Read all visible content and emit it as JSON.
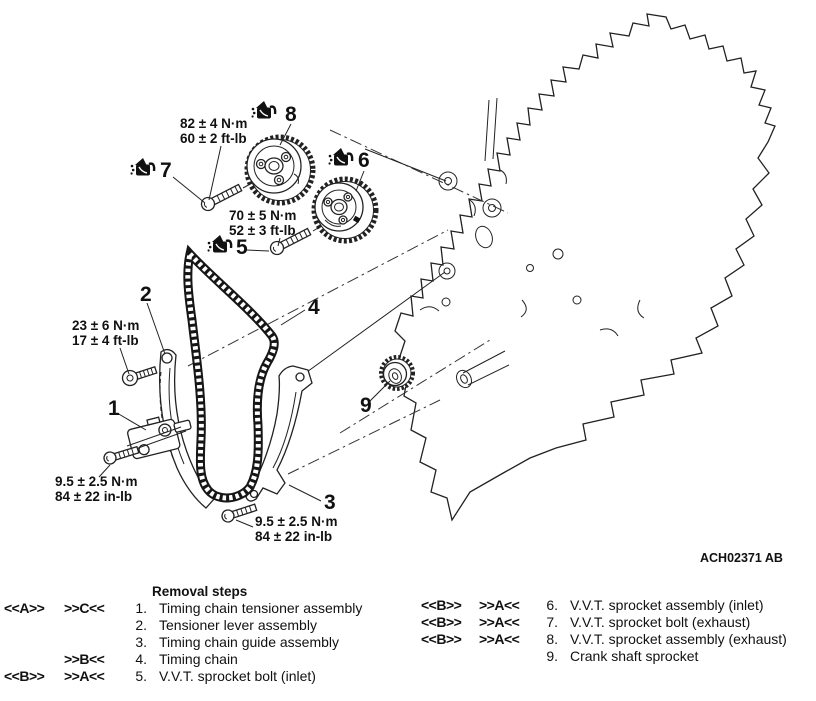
{
  "figure": {
    "drawing_code": "ACH02371 AB",
    "callouts": {
      "n1": "1",
      "n2": "2",
      "n3": "3",
      "n4": "4",
      "n5": "5",
      "n6": "6",
      "n7": "7",
      "n8": "8",
      "n9": "9"
    },
    "torques": {
      "exhaust_sprocket_bolt": {
        "metric": "82 ± 4 N·m",
        "imperial": "60 ± 2 ft-lb"
      },
      "inlet_sprocket_bolt": {
        "metric": "70 ± 5 N·m",
        "imperial": "52 ± 3 ft-lb"
      },
      "tensioner_lever_bolt": {
        "metric": "23 ± 6 N·m",
        "imperial": "17 ± 4 ft-lb"
      },
      "tensioner_bolt": {
        "metric": "9.5 ± 2.5 N·m",
        "imperial": "84 ± 22 in-lb"
      },
      "guide_bolt": {
        "metric": "9.5 ± 2.5 N·m",
        "imperial": "84 ± 22 in-lb"
      }
    },
    "icon_legend": "oil-can-lubricate-icon"
  },
  "legend": {
    "title": "Removal steps",
    "left": [
      {
        "m1": "<<A>>",
        "m2": ">>C<<",
        "num": "1.",
        "label": "Timing chain tensioner assembly"
      },
      {
        "m1": "",
        "m2": "",
        "num": "2.",
        "label": "Tensioner lever assembly"
      },
      {
        "m1": "",
        "m2": "",
        "num": "3.",
        "label": "Timing chain guide assembly"
      },
      {
        "m1": "",
        "m2": ">>B<<",
        "num": "4.",
        "label": "Timing chain"
      },
      {
        "m1": "<<B>>",
        "m2": ">>A<<",
        "num": "5.",
        "label": "V.V.T. sprocket bolt (inlet)"
      }
    ],
    "right": [
      {
        "m1": "<<B>>",
        "m2": ">>A<<",
        "num": "6.",
        "label": "V.V.T. sprocket assembly (inlet)"
      },
      {
        "m1": "<<B>>",
        "m2": ">>A<<",
        "num": "7.",
        "label": "V.V.T. sprocket bolt (exhaust)"
      },
      {
        "m1": "<<B>>",
        "m2": ">>A<<",
        "num": "8.",
        "label": "V.V.T. sprocket assembly (exhaust)"
      },
      {
        "m1": "",
        "m2": "",
        "num": "9.",
        "label": "Crank shaft sprocket"
      }
    ]
  }
}
